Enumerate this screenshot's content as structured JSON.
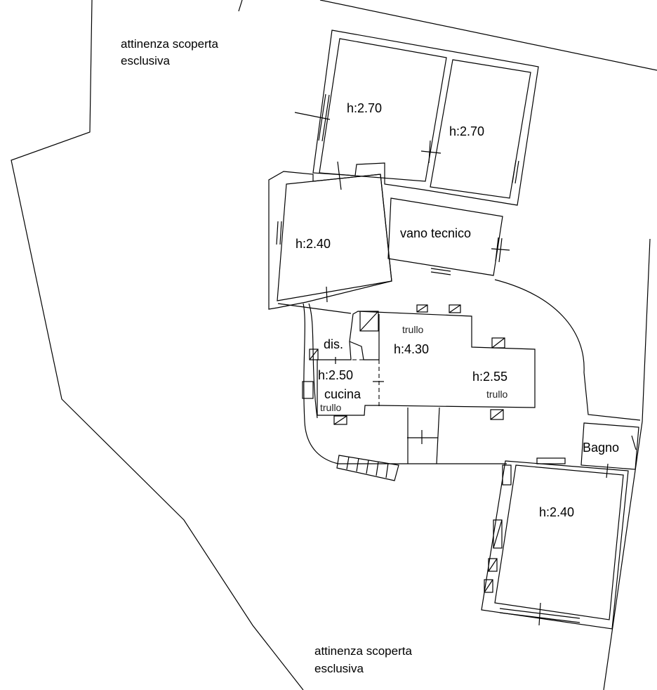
{
  "plan": {
    "outdoor_top": [
      "attinenza scoperta",
      "esclusiva"
    ],
    "outdoor_bottom": [
      "attinenza scoperta",
      "esclusiva"
    ],
    "rooms": [
      {
        "name": "room-top-left",
        "height": "h:2.70"
      },
      {
        "name": "room-top-right",
        "height": "h:2.70"
      },
      {
        "name": "room-left",
        "height": "h:2.40"
      },
      {
        "name": "vano-tecnico",
        "label": "vano tecnico"
      },
      {
        "name": "disimpegno",
        "label": "dis."
      },
      {
        "name": "cucina",
        "height": "h:2.50",
        "label": "cucina",
        "type": "trullo"
      },
      {
        "name": "trullo-central",
        "height": "h:4.30",
        "type": "trullo"
      },
      {
        "name": "trullo-right",
        "height": "h:2.55",
        "type": "trullo"
      },
      {
        "name": "bagno",
        "label": "Bagno"
      },
      {
        "name": "room-bottom-right",
        "height": "h:2.40"
      }
    ]
  }
}
